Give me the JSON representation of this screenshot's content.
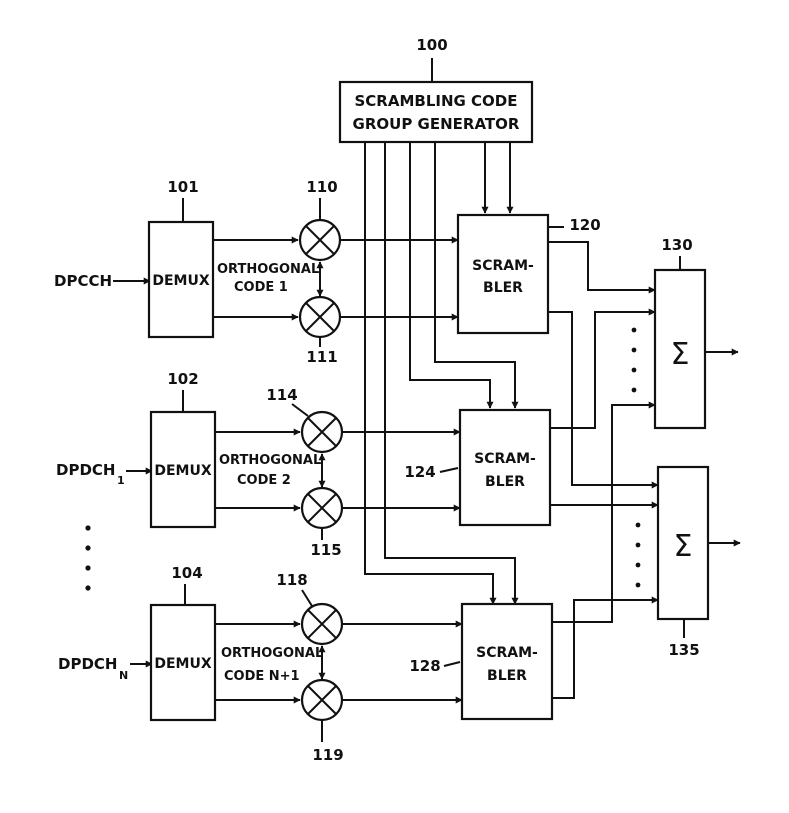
{
  "generator": {
    "ref": "100",
    "label_line1": "SCRAMBLING CODE",
    "label_line2": "GROUP GENERATOR"
  },
  "channels": [
    {
      "input_name": "DPCCH",
      "input_sub": "",
      "demux_ref": "101",
      "demux_label": "DEMUX",
      "mult_top_ref": "110",
      "mult_bottom_ref": "111",
      "code_line1": "ORTHOGONAL",
      "code_line2": "CODE  1",
      "scrambler_ref": "120",
      "scrambler_line1": "SCRAM-",
      "scrambler_line2": "BLER"
    },
    {
      "input_name": "DPDCH",
      "input_sub": "1",
      "demux_ref": "102",
      "demux_label": "DEMUX",
      "mult_top_ref": "114",
      "mult_bottom_ref": "115",
      "code_line1": "ORTHOGONAL",
      "code_line2": "CODE  2",
      "scrambler_ref": "124",
      "scrambler_line1": "SCRAM-",
      "scrambler_line2": "BLER"
    },
    {
      "input_name": "DPDCH",
      "input_sub": "N",
      "demux_ref": "104",
      "demux_label": "DEMUX",
      "mult_top_ref": "118",
      "mult_bottom_ref": "119",
      "code_line1": "ORTHOGONAL",
      "code_line2": "CODE  N+1",
      "scrambler_ref": "128",
      "scrambler_line1": "SCRAM-",
      "scrambler_line2": "BLER"
    }
  ],
  "summers": [
    {
      "ref": "130",
      "symbol": "Σ"
    },
    {
      "ref": "135",
      "symbol": "Σ"
    }
  ],
  "multiplier_symbol": "×"
}
